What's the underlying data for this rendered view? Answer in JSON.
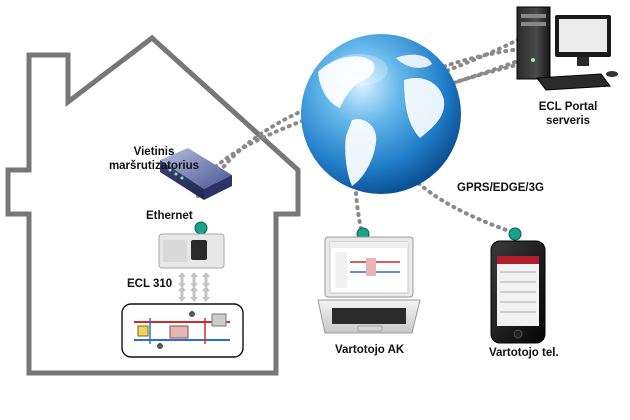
{
  "labels": {
    "router_line1": "Vietinis",
    "router_line2": "maršrutizatorius",
    "ethernet": "Ethernet",
    "controller": "ECL 310",
    "server_line1": "ECL Portal",
    "server_line2": "serveris",
    "mobile_network": "GPRS/EDGE/3G",
    "laptop": "Vartotojo AK",
    "phone": "Vartotojo tel."
  },
  "colors": {
    "house_outline": "#777777",
    "dotted_link": "#8a8a8a",
    "connection_node": "#1aa38a",
    "globe_ocean": "#2f8fd6",
    "globe_land": "#ffffff"
  }
}
